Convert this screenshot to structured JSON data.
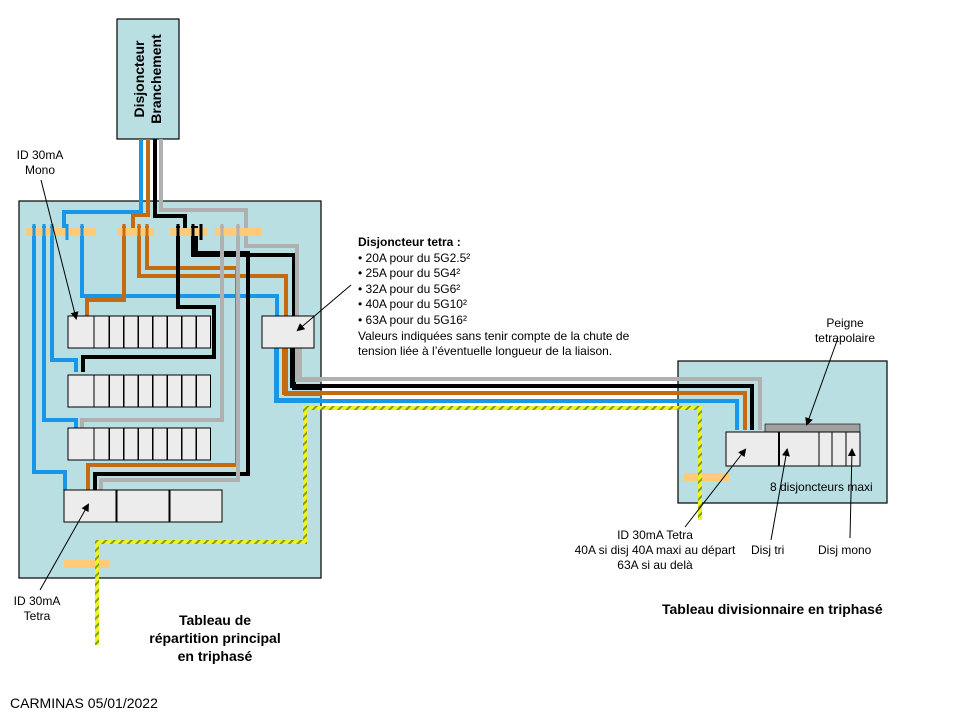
{
  "supply_breaker": {
    "line1": "Disjoncteur",
    "line2": "Branchement"
  },
  "main_panel": {
    "title_lines": [
      "Tableau de",
      "répartition principal",
      "en triphasé"
    ],
    "label_id_mono": [
      "ID 30mA",
      "Mono"
    ],
    "label_id_tetra": [
      "ID 30mA",
      "Tetra"
    ]
  },
  "breaker_note": {
    "heading": "Disjoncteur tetra :",
    "items": [
      "• 20A pour du 5G2.5²",
      "• 25A pour du 5G4²",
      "• 32A pour du 5G6²",
      "• 40A pour du 5G10²",
      "• 63A pour du 5G16²"
    ],
    "footnote_lines": [
      "Valeurs indiquées sans tenir compte de la chute de",
      "tension liée à l’éventuelle longueur de la liaison."
    ]
  },
  "sub_panel": {
    "title": "Tableau divisionnaire en triphasé",
    "comb_label": [
      "Peigne",
      "tetrapolaire"
    ],
    "capacity_label": "8 disjoncteurs maxi",
    "id_tetra_label": [
      "ID 30mA Tetra",
      "40A si disj 40A maxi au départ",
      "63A si au delà"
    ],
    "disj_tri_label": "Disj tri",
    "disj_mono_label": "Disj mono"
  },
  "footer": "CARMINAS 05/01/2022",
  "colors": {
    "panel_bg": "#b9dfe3",
    "module_bg": "#ececec",
    "wire_blue": "#1896e8",
    "wire_brown": "#c46a10",
    "wire_black": "#000000",
    "wire_grey": "#b0b0b0",
    "busbar": "#ffcb78",
    "earth_yellow": "#f2f21e",
    "earth_green": "#7aa02a",
    "comb": "#a0a0a0"
  }
}
